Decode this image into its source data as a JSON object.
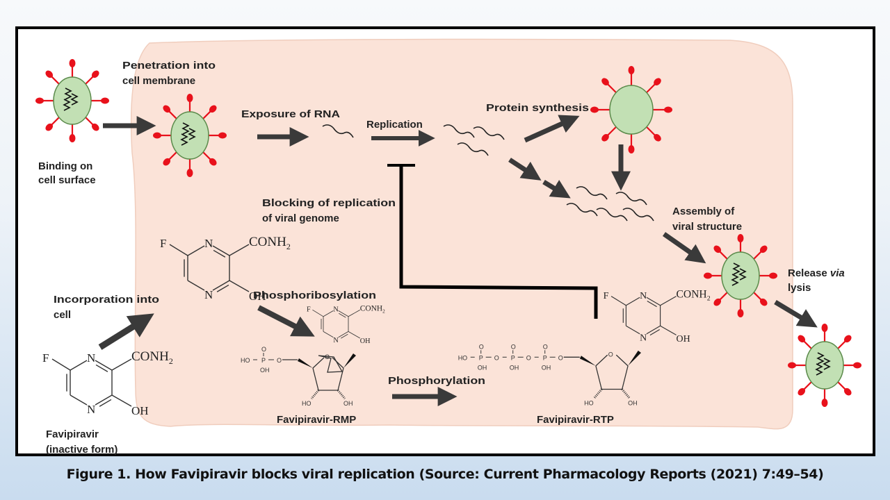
{
  "figure": {
    "caption": "Figure 1. How Favipiravir blocks viral replication (Source: Current Pharmacology Reports (2021) 7:49–54)"
  },
  "colors": {
    "cell": "#fbe3d8",
    "virus_body": "#c2e0b4",
    "virus_outline": "#5a8a4a",
    "spike": "#e8111b",
    "arrow": "#3a3a3a",
    "frame": "#000000"
  },
  "steps": {
    "binding": [
      "Binding on",
      "cell surface"
    ],
    "penetration": [
      "Penetration into",
      "cell membrane"
    ],
    "exposure": "Exposure of RNA",
    "replication": "Replication",
    "protein_synthesis": "Protein synthesis",
    "assembly": [
      "Assembly of",
      "viral structure"
    ],
    "release_prefix": "Release ",
    "release_italic": "via",
    "release_line2": "lysis",
    "blocking": [
      "Blocking of replication",
      "of viral genome"
    ],
    "incorporation": [
      "Incorporation into",
      "cell"
    ],
    "phosphoribosylation": "Phosphoribosylation",
    "phosphorylation": "Phosphorylation"
  },
  "molecules": {
    "favipiravir": [
      "Favipiravir",
      "(inactive form)"
    ],
    "rmp": "Favipiravir-RMP",
    "rtp": "Favipiravir-RTP",
    "atoms": {
      "F": "F",
      "N": "N",
      "OH": "OH",
      "CONH2": "CONH",
      "sub2": "2",
      "O": "O",
      "P": "P",
      "HO": "HO",
      "OHsm": "OH"
    }
  }
}
